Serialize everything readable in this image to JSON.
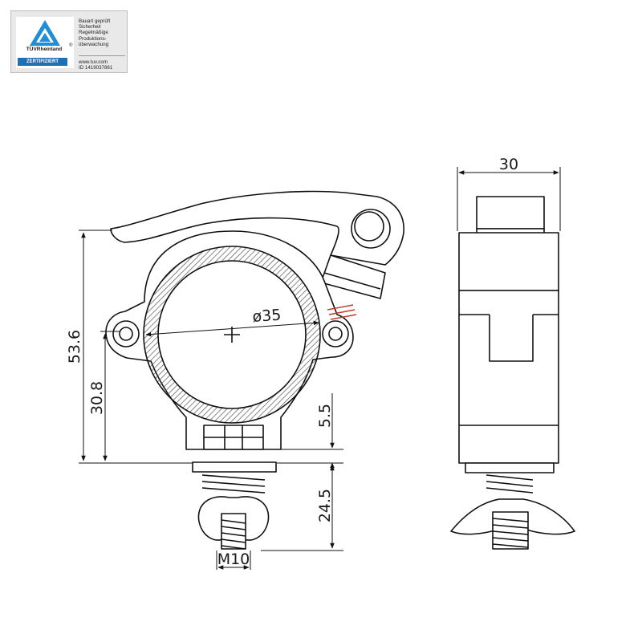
{
  "badge": {
    "brand": "TÜVRheinland",
    "registered": "®",
    "certified": "ZERTIFIZIERT",
    "lines": [
      "Bauart geprüft",
      "Sicherheit",
      "Regelmäßige",
      "Produktions-",
      "überwachung"
    ],
    "url": "www.tuv.com",
    "id": "ID 1419037861",
    "colors": {
      "accent": "#1f6fb5"
    }
  },
  "dimensions": {
    "width_top": "30",
    "height_total": "53.6",
    "height_bolt": "30.8",
    "tube_diameter": "ø35",
    "nut_height": "5.5",
    "bolt_length": "24.5",
    "thread": "M10"
  }
}
